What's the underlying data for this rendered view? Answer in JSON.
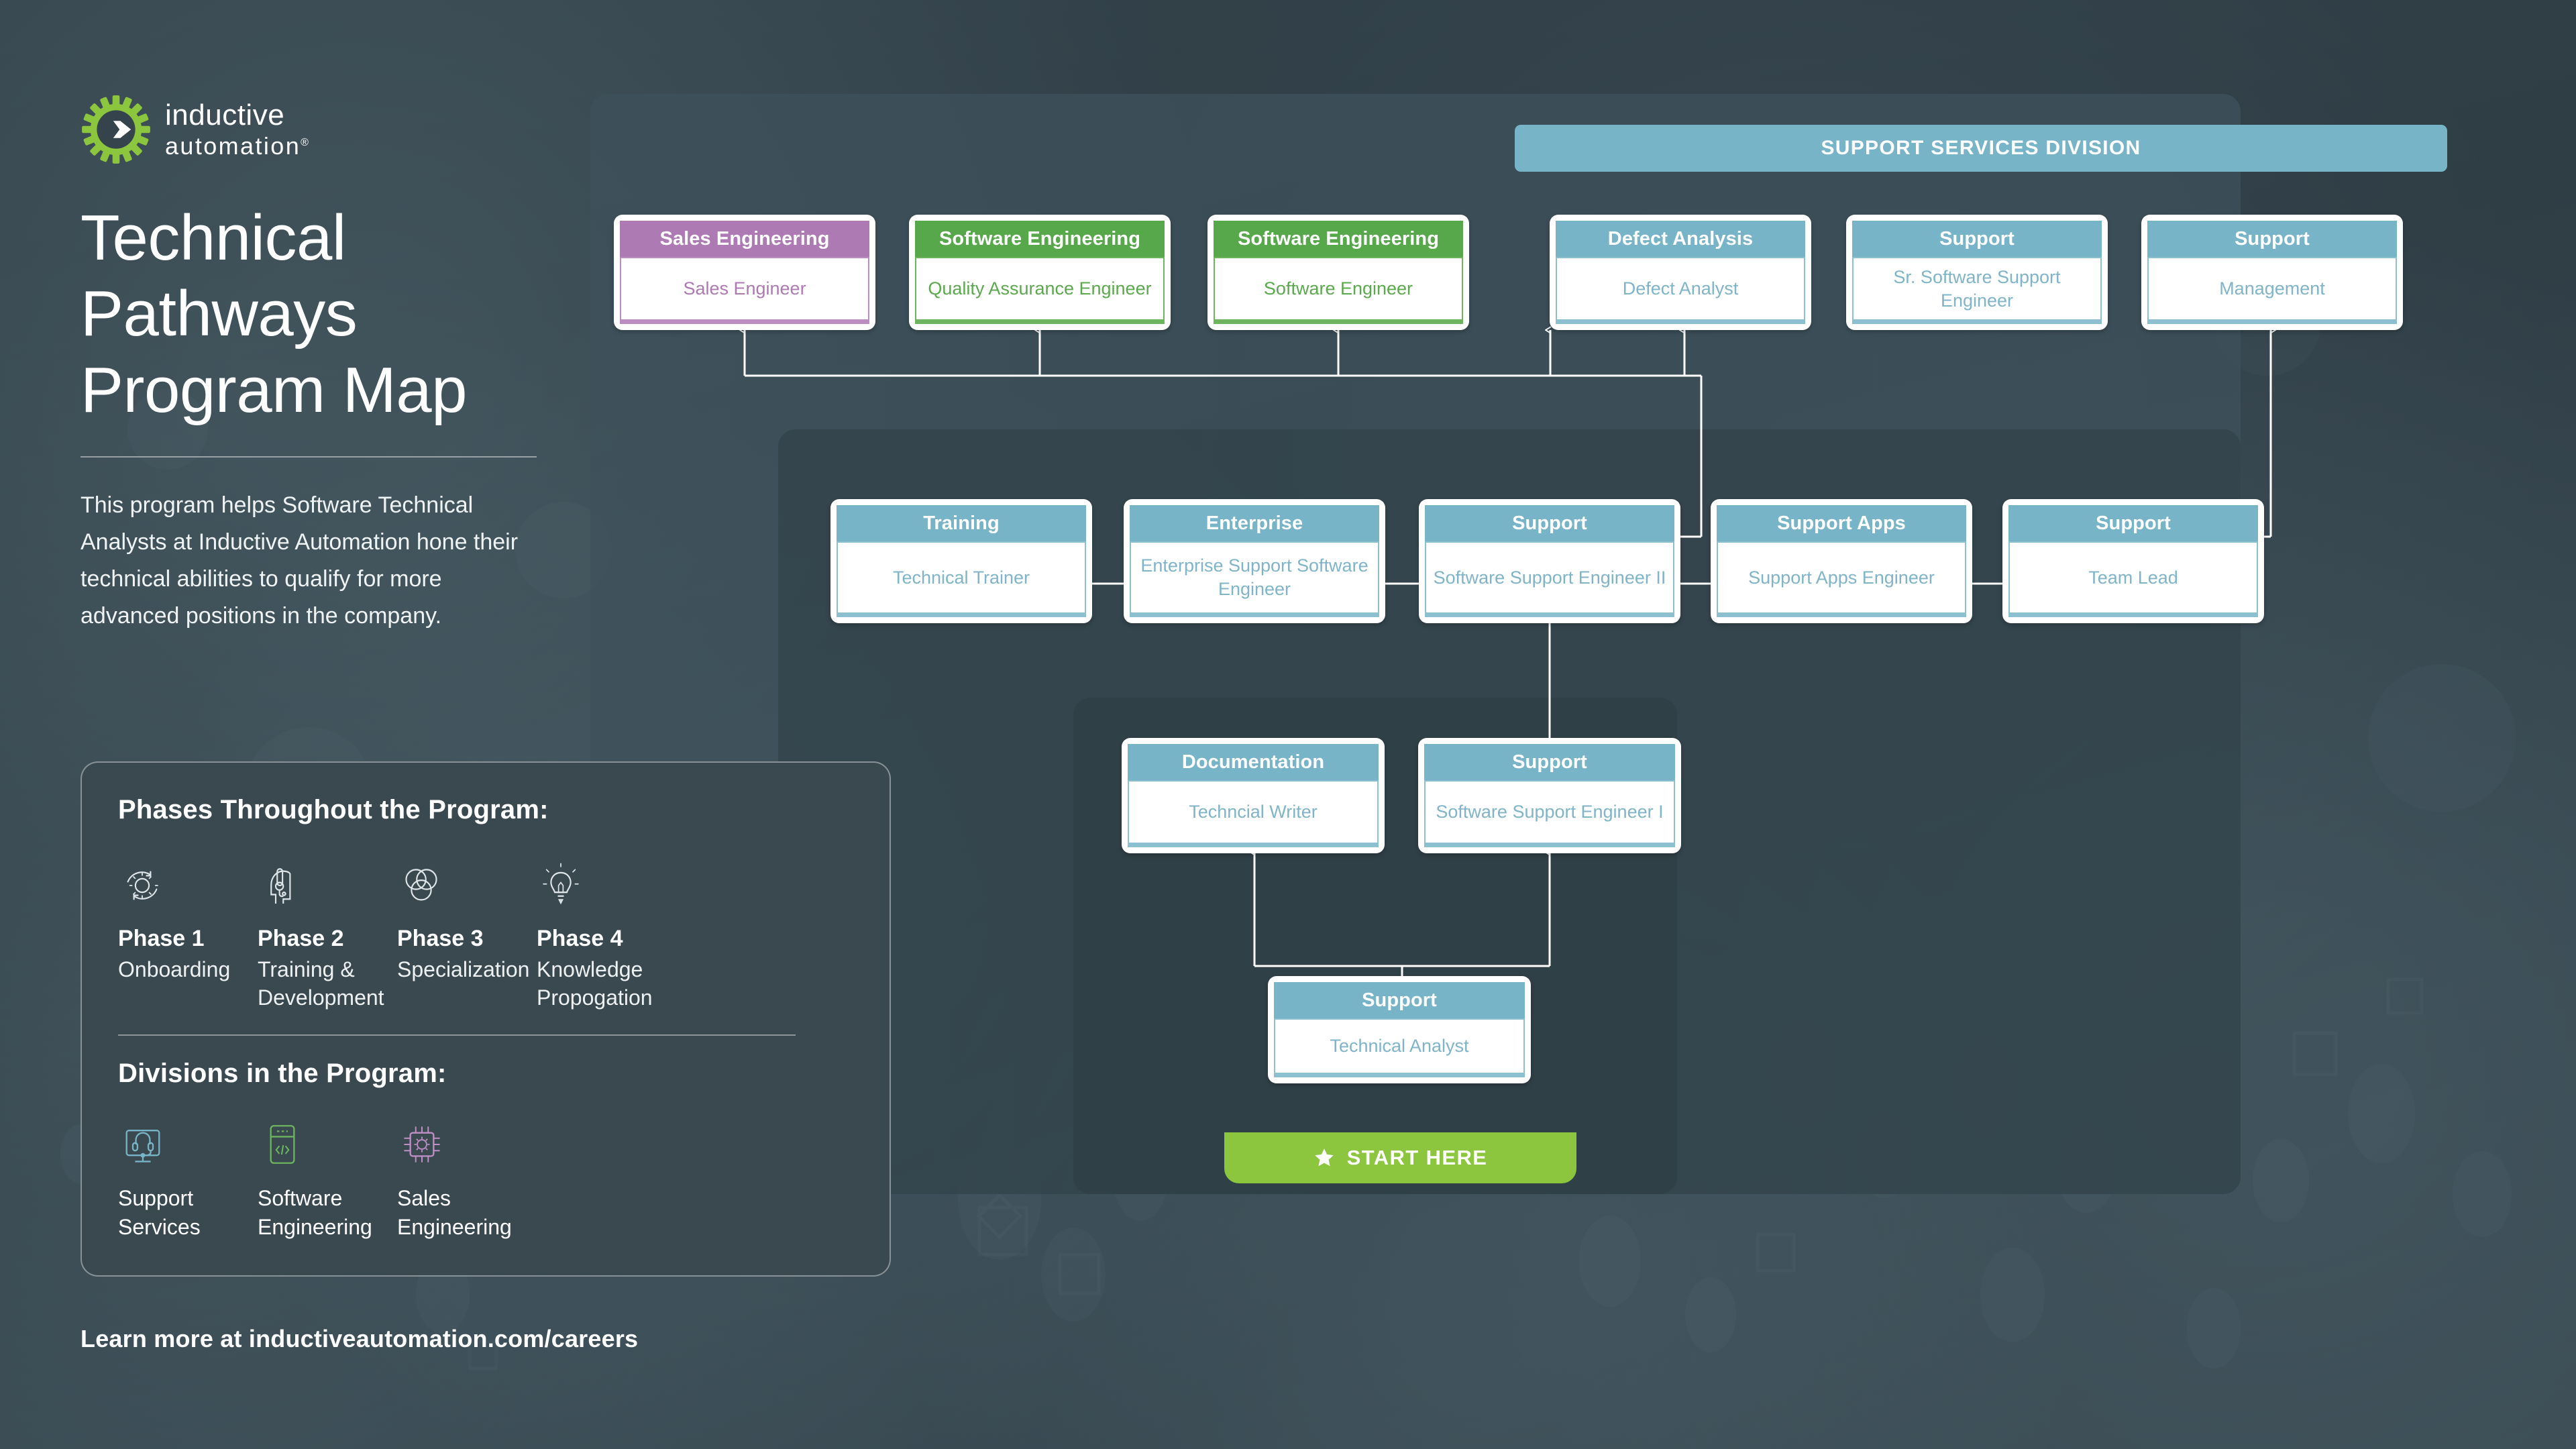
{
  "brand": {
    "logo_line1": "inductive",
    "logo_line2": "automation",
    "logo_trademark": "®",
    "logo_icon": "gear-arrow-icon"
  },
  "header": {
    "title": "Technical Pathways Program Map",
    "intro": "This program helps Software Technical Analysts at Inductive Automation hone their technical abilities to qualify for more advanced positions in the company."
  },
  "info_panel": {
    "phases_heading": "Phases Throughout the Program:",
    "phases": [
      {
        "name": "Phase 1",
        "label": "Onboarding",
        "icon": "gear-refresh-icon"
      },
      {
        "name": "Phase 2",
        "label": "Training & Development",
        "icon": "headset-head-icon"
      },
      {
        "name": "Phase 3",
        "label": "Specialization",
        "icon": "venn-diagram-icon"
      },
      {
        "name": "Phase 4",
        "label": "Knowledge Propogation",
        "icon": "lightbulb-pencil-icon"
      }
    ],
    "divisions_heading": "Divisions in the Program:",
    "divisions": [
      {
        "label": "Support Services",
        "icon": "support-monitor-headset-icon",
        "color": "#78b4c8"
      },
      {
        "label": "Software Engineering",
        "icon": "code-window-icon",
        "color": "#6cb45e"
      },
      {
        "label": "Sales Engineering",
        "icon": "cpu-chip-icon",
        "color": "#c08fc6"
      }
    ]
  },
  "map": {
    "division_banner": "SUPPORT SERVICES DIVISION",
    "start_button": {
      "label": "START HERE",
      "icon": "star-icon",
      "color": "#8cc63e"
    },
    "nodes": [
      {
        "id": "sales-engineer",
        "category": "Sales Engineering",
        "role": "Sales Engineer",
        "color": "purple"
      },
      {
        "id": "qa-engineer",
        "category": "Software Engineering",
        "role": "Quality Assurance Engineer",
        "color": "green"
      },
      {
        "id": "software-engineer",
        "category": "Software Engineering",
        "role": "Software Engineer",
        "color": "green"
      },
      {
        "id": "defect-analyst",
        "category": "Defect Analysis",
        "role": "Defect Analyst",
        "color": "blue"
      },
      {
        "id": "sr-support-engineer",
        "category": "Support",
        "role": "Sr. Software Support Engineer",
        "color": "blue"
      },
      {
        "id": "management",
        "category": "Support",
        "role": "Management",
        "color": "blue"
      },
      {
        "id": "technical-trainer",
        "category": "Training",
        "role": "Technical Trainer",
        "color": "blue"
      },
      {
        "id": "enterprise-engineer",
        "category": "Enterprise",
        "role": "Enterprise Support Software Engineer",
        "color": "blue"
      },
      {
        "id": "support-engineer-2",
        "category": "Support",
        "role": "Software Support Engineer II",
        "color": "blue"
      },
      {
        "id": "support-apps-engineer",
        "category": "Support Apps",
        "role": "Support Apps Engineer",
        "color": "blue"
      },
      {
        "id": "team-lead",
        "category": "Support",
        "role": "Team Lead",
        "color": "blue"
      },
      {
        "id": "technical-writer",
        "category": "Documentation",
        "role": "Techncial Writer",
        "color": "blue"
      },
      {
        "id": "support-engineer-1",
        "category": "Support",
        "role": "Software Support Engineer I",
        "color": "blue"
      },
      {
        "id": "technical-analyst",
        "category": "Support",
        "role": "Technical Analyst",
        "color": "blue"
      }
    ]
  },
  "footer": {
    "text": "Learn more at inductiveautomation.com/careers"
  },
  "colors": {
    "background": "#35444c",
    "support_blue": "#78b4c8",
    "software_green": "#57a84a",
    "sales_purple": "#ae7ab4",
    "brand_green": "#8cc63e",
    "white": "#ffffff"
  }
}
